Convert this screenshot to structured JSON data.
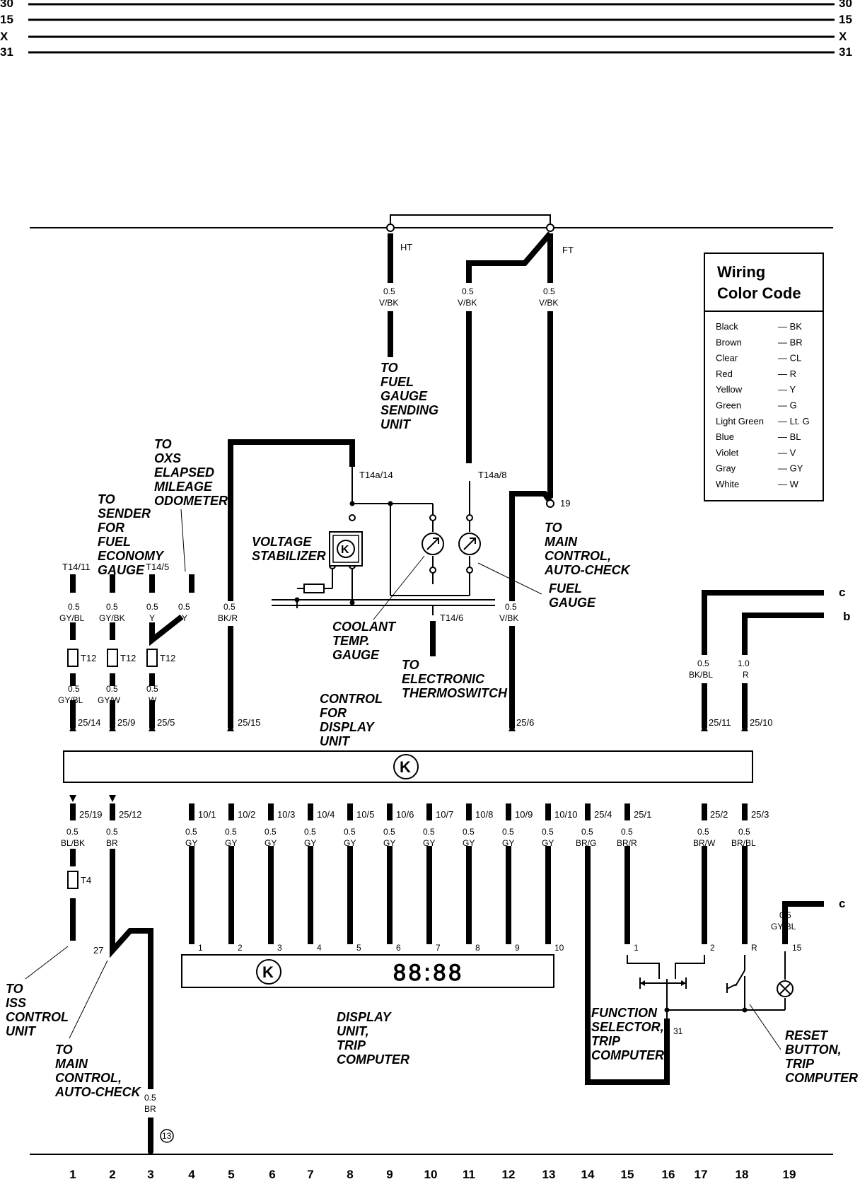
{
  "buses": {
    "labels": [
      "30",
      "15",
      "X",
      "31"
    ]
  },
  "legend": {
    "title_line1": "Wiring",
    "title_line2": "Color Code",
    "rows": [
      {
        "name": "Black",
        "code": "— BK"
      },
      {
        "name": "Brown",
        "code": "— BR"
      },
      {
        "name": "Clear",
        "code": "— CL"
      },
      {
        "name": "Red",
        "code": "— R"
      },
      {
        "name": "Yellow",
        "code": "— Y"
      },
      {
        "name": "Green",
        "code": "— G"
      },
      {
        "name": "Light Green",
        "code": "— Lt. G"
      },
      {
        "name": "Blue",
        "code": "— BL"
      },
      {
        "name": "Violet",
        "code": "— V"
      },
      {
        "name": "Gray",
        "code": "— GY"
      },
      {
        "name": "White",
        "code": "— W"
      }
    ]
  },
  "top": {
    "ht": "HT",
    "ft": "FT",
    "wire_size": "0.5",
    "wire_vbk": "V/BK",
    "fuel_sender": [
      "TO",
      "FUEL",
      "GAUGE",
      "SENDING",
      "UNIT"
    ],
    "t14a14": "T14a/14",
    "t14a8": "T14a/8",
    "pin19": "19",
    "main_control": [
      "TO",
      "MAIN",
      "CONTROL,",
      "AUTO-CHECK"
    ],
    "voltage_stab": [
      "VOLTAGE",
      "STABILIZER"
    ],
    "fuel_gauge": [
      "FUEL",
      "GAUGE"
    ],
    "coolant": [
      "COOLANT",
      "TEMP.",
      "GAUGE"
    ],
    "t14_6": "T14/6",
    "thermoswitch": [
      "TO",
      "ELECTRONIC",
      "THERMOSWITCH"
    ],
    "oxs": [
      "TO",
      "OXS",
      "ELAPSED",
      "MILEAGE",
      "ODOMETER"
    ],
    "sender": [
      "TO",
      "SENDER",
      "FOR",
      "FUEL",
      "ECONOMY",
      "GAUGE"
    ],
    "t14_11": "T14/11",
    "t14_5": "T14/5"
  },
  "upper_wires": [
    {
      "size": "0.5",
      "color": "GY/BL",
      "size2": "0.5",
      "color2": "GY/BL",
      "conn": "T12",
      "pin": "25/14"
    },
    {
      "size": "0.5",
      "color": "GY/BK",
      "size2": "0.5",
      "color2": "GY/W",
      "conn": "T12",
      "pin": "25/9"
    },
    {
      "size": "0.5",
      "color": "Y",
      "size2": "0.5",
      "color2": "W",
      "conn": "T12",
      "pin": "25/5"
    },
    {
      "size": "0.5",
      "color": "Y"
    },
    {
      "size": "0.5",
      "color": "BK/R",
      "pin": "25/15"
    },
    {
      "size": "0.5",
      "color": "V/BK",
      "pin": "25/6"
    },
    {
      "size": "0.5",
      "color": "BK/BL",
      "pin": "25/11"
    },
    {
      "size": "1.0",
      "color": "R",
      "pin": "25/10"
    }
  ],
  "control_unit": [
    "CONTROL",
    "FOR",
    "DISPLAY",
    "UNIT"
  ],
  "lower_wires": [
    {
      "pin": "25/19",
      "size": "0.5",
      "color": "BL/BK"
    },
    {
      "pin": "25/12",
      "size": "0.5",
      "color": "BR"
    },
    {
      "pin": "10/1",
      "size": "0.5",
      "color": "GY",
      "end": "1"
    },
    {
      "pin": "10/2",
      "size": "0.5",
      "color": "GY",
      "end": "2"
    },
    {
      "pin": "10/3",
      "size": "0.5",
      "color": "GY",
      "end": "3"
    },
    {
      "pin": "10/4",
      "size": "0.5",
      "color": "GY",
      "end": "4"
    },
    {
      "pin": "10/5",
      "size": "0.5",
      "color": "GY",
      "end": "5"
    },
    {
      "pin": "10/6",
      "size": "0.5",
      "color": "GY",
      "end": "6"
    },
    {
      "pin": "10/7",
      "size": "0.5",
      "color": "GY",
      "end": "7"
    },
    {
      "pin": "10/8",
      "size": "0.5",
      "color": "GY",
      "end": "8"
    },
    {
      "pin": "10/9",
      "size": "0.5",
      "color": "GY",
      "end": "9"
    },
    {
      "pin": "10/10",
      "size": "0.5",
      "color": "GY",
      "end": "10"
    },
    {
      "pin": "25/4",
      "size": "0.5",
      "color": "BR/G"
    },
    {
      "pin": "25/1",
      "size": "0.5",
      "color": "BR/R",
      "end": "1"
    },
    {
      "pin": "25/2",
      "size": "0.5",
      "color": "BR/W",
      "end": "2"
    },
    {
      "pin": "25/3",
      "size": "0.5",
      "color": "BR/BL",
      "end": "R"
    }
  ],
  "lower": {
    "t4": "T4",
    "pin27": "27",
    "br_size": "0.5",
    "br_color": "BR",
    "ground": "13",
    "iss": [
      "TO",
      "ISS",
      "CONTROL",
      "UNIT"
    ],
    "main2": [
      "TO",
      "MAIN",
      "CONTROL,",
      "AUTO-CHECK"
    ],
    "display": [
      "DISPLAY",
      "UNIT,",
      "TRIP",
      "COMPUTER"
    ],
    "digits": "88:88",
    "function_sel": [
      "FUNCTION",
      "SELECTOR,",
      "TRIP",
      "COMPUTER"
    ],
    "pin31": "31",
    "reset": [
      "RESET",
      "BUTTON,",
      "TRIP",
      "COMPUTER"
    ],
    "gybl_size": "0.5",
    "gybl_color": "GY/BL",
    "pin15": "15"
  },
  "edge_refs": {
    "c": "c",
    "b": "b"
  },
  "columns": [
    "1",
    "2",
    "3",
    "4",
    "5",
    "6",
    "7",
    "8",
    "9",
    "10",
    "11",
    "12",
    "13",
    "14",
    "15",
    "16",
    "17",
    "18",
    "19"
  ]
}
